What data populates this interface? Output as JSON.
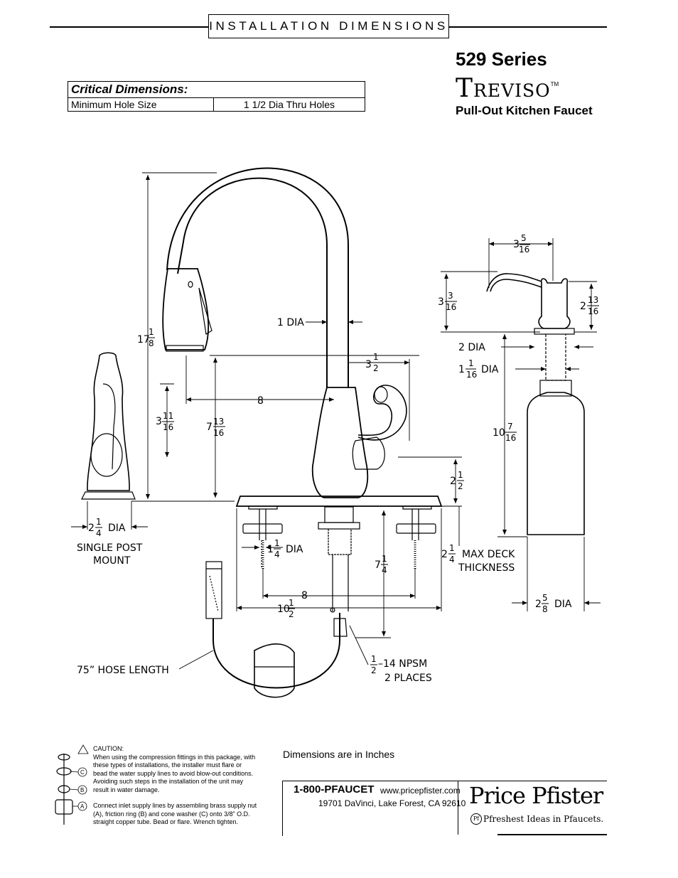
{
  "header": {
    "title": "INSTALLATION DIMENSIONS"
  },
  "product": {
    "series": "529 Series",
    "brand_initial": "T",
    "brand_rest": "REVISO",
    "tm": "TM",
    "subtitle": "Pull-Out Kitchen Faucet"
  },
  "critical": {
    "heading": "Critical Dimensions:",
    "row_label": "Minimum Hole Size",
    "row_value": "1 1/2 Dia Thru Holes"
  },
  "dims": {
    "overall_height_whole": "17",
    "overall_height_num": "1",
    "overall_height_den": "8",
    "spout_dia": "1 DIA",
    "spout_offset_whole": "3",
    "spout_offset_num": "1",
    "spout_offset_den": "2",
    "reach": "8",
    "side_height_whole": "3",
    "side_height_num": "11",
    "side_height_den": "16",
    "spout_clear_whole": "7",
    "spout_clear_num": "13",
    "spout_clear_den": "16",
    "handle_height_whole": "2",
    "handle_height_num": "1",
    "handle_height_den": "2",
    "post_dia_whole": "2",
    "post_dia_num": "1",
    "post_dia_den": "4",
    "post_dia_suffix": "DIA",
    "single_post_1": "SINGLE POST",
    "single_post_2": "MOUNT",
    "shank_dia_whole": "1",
    "shank_dia_num": "1",
    "shank_dia_den": "4",
    "shank_dia_suffix": "DIA",
    "shank_len_whole": "7",
    "shank_len_num": "1",
    "shank_len_den": "4",
    "deck_whole": "2",
    "deck_num": "1",
    "deck_den": "4",
    "deck_text_1": "MAX DECK",
    "deck_text_2": "THICKNESS",
    "spacing_8": "8",
    "spacing_whole": "10",
    "spacing_num": "1",
    "spacing_den": "2",
    "hose": "75” HOSE LENGTH",
    "npsm_num": "1",
    "npsm_den": "2",
    "npsm_text": "–14 NPSM",
    "npsm_places": "2 PLACES",
    "soap_reach_whole": "3",
    "soap_reach_num": "5",
    "soap_reach_den": "16",
    "soap_spout_whole": "3",
    "soap_spout_num": "3",
    "soap_spout_den": "16",
    "soap_top_whole": "2",
    "soap_top_num": "13",
    "soap_top_den": "16",
    "soap_2dia": "2 DIA",
    "soap_shank_whole": "1",
    "soap_shank_num": "1",
    "soap_shank_den": "16",
    "soap_shank_suffix": "DIA",
    "soap_len_whole": "10",
    "soap_len_num": "7",
    "soap_len_den": "16",
    "bottle_whole": "2",
    "bottle_num": "5",
    "bottle_den": "8",
    "bottle_suffix": "DIA"
  },
  "caution": {
    "title": "CAUTION:",
    "lines": [
      "When using the compression fittings in this package, with",
      "these types of installations, the installer must flare or",
      "bead the water supply lines to avoid blow-out conditions.",
      "Avoiding such steps in the installation of the unit may",
      "result in water damage."
    ],
    "connect_lines": [
      "Connect inlet supply lines by assembling brass supply nut",
      "(A), friction ring (B) and cone washer (C) onto 3/8” O.D.",
      "straight copper tube. Bead or flare. Wrench tighten."
    ],
    "label_a": "A",
    "label_b": "B",
    "label_c": "C"
  },
  "footer": {
    "units": "Dimensions are in Inches",
    "phone": "1-800-PFAUCET",
    "web": "www.pricepfister.com",
    "address": "19701 DaVinci, Lake Forest, CA  92610",
    "logo": "Price Pfister",
    "logo_mark": "Pf",
    "tagline": "Pfreshest Ideas in Pfaucets."
  }
}
